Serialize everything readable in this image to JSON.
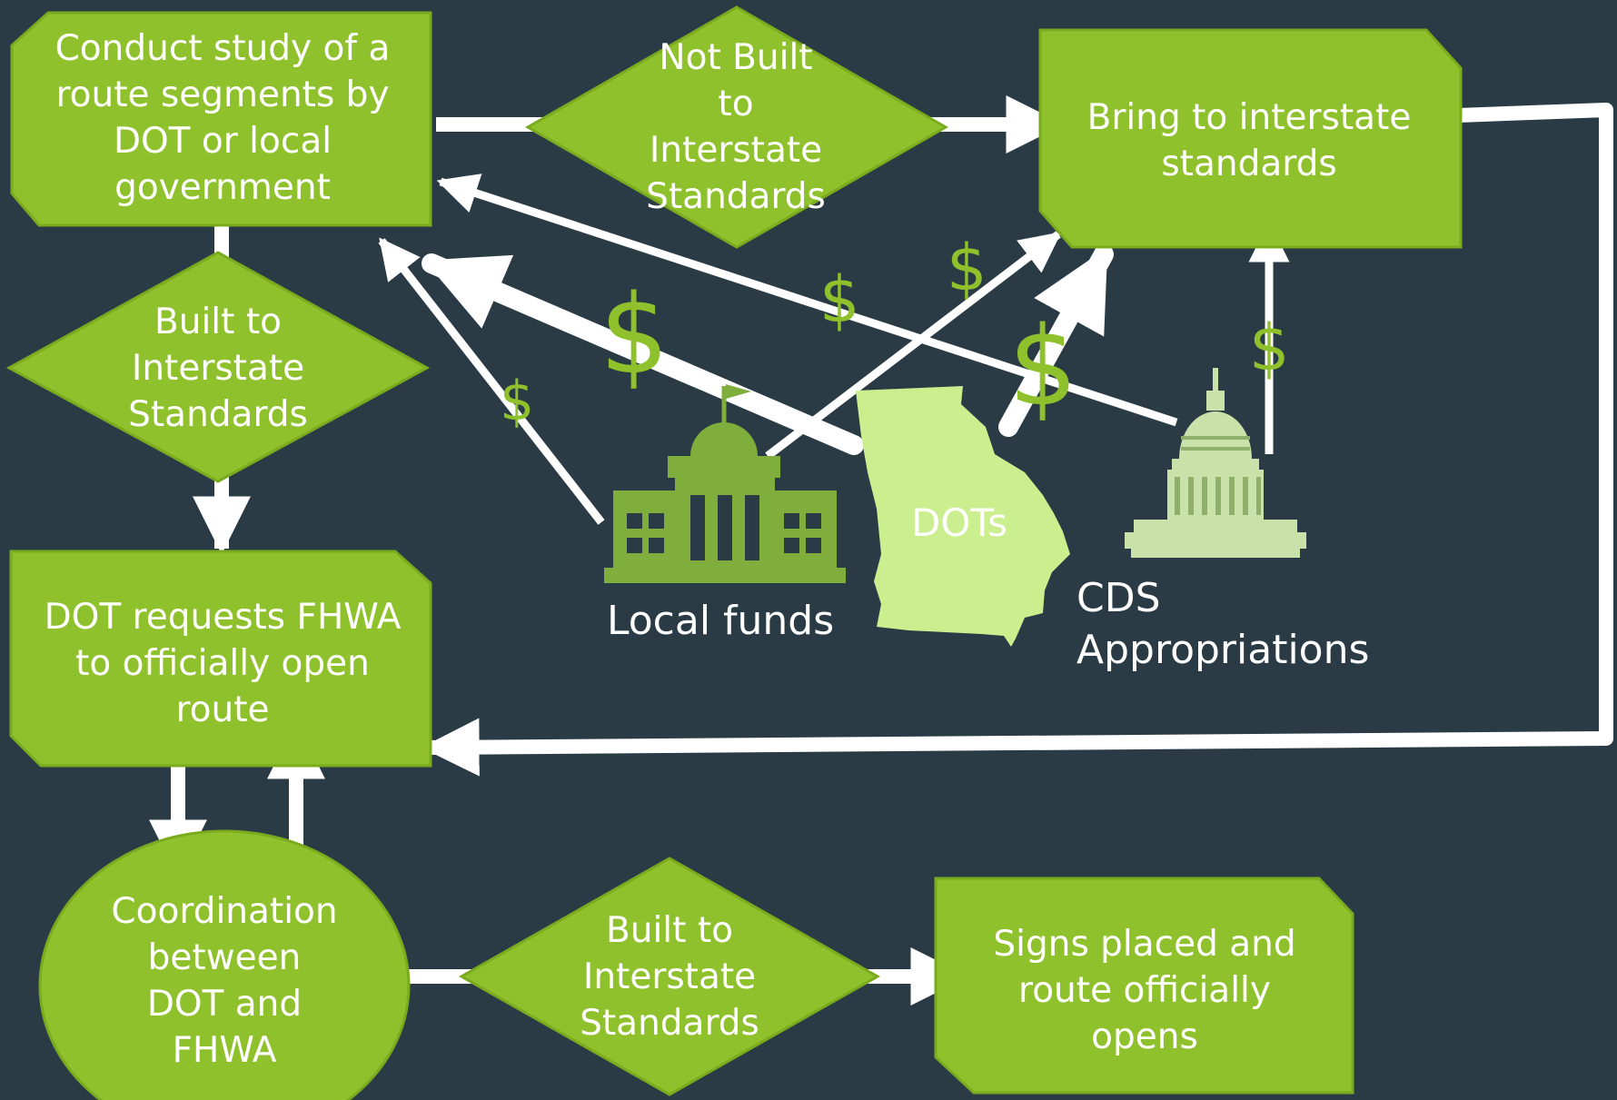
{
  "colors": {
    "background": "#2b3b45",
    "box_fill": "#8fc12c",
    "box_border": "#7aab1f",
    "arrow": "#ffffff",
    "dollar": "#8fc12c",
    "state_fill": "#cbee8f",
    "icon_fill": "#7fae3c"
  },
  "nodes": {
    "conduct_study": "Conduct study of a\nroute segments by\nDOT or local\ngovernment",
    "not_built": "Not Built\nto\nInterstate\nStandards",
    "bring_to_standards": "Bring to interstate\nstandards",
    "built_to_standards_1": "Built to\nInterstate\nStandards",
    "dot_requests": "DOT requests FHWA\nto officially open\nroute",
    "coordination": "Coordination\nbetween\nDOT and\nFHWA",
    "built_to_standards_2": "Built to\nInterstate\nStandards",
    "signs_placed": "Signs placed and\nroute officially\nopens"
  },
  "funding": {
    "local_funds": "Local funds",
    "dots": "DOTs",
    "cds": "CDS\nAppropriations",
    "dollar_sign": "$"
  },
  "icons": [
    "local-government-building-icon",
    "georgia-state-map-icon",
    "capitol-dome-icon"
  ]
}
